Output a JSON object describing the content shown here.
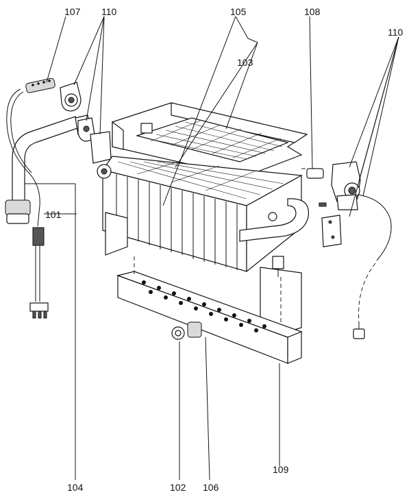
{
  "labels": {
    "p107": "107",
    "p110_top": "110",
    "p105": "105",
    "p108": "108",
    "p110_right": "110",
    "p103": "103",
    "p101": "101",
    "p104": "104",
    "p102": "102",
    "p106": "106",
    "p109": "109"
  }
}
